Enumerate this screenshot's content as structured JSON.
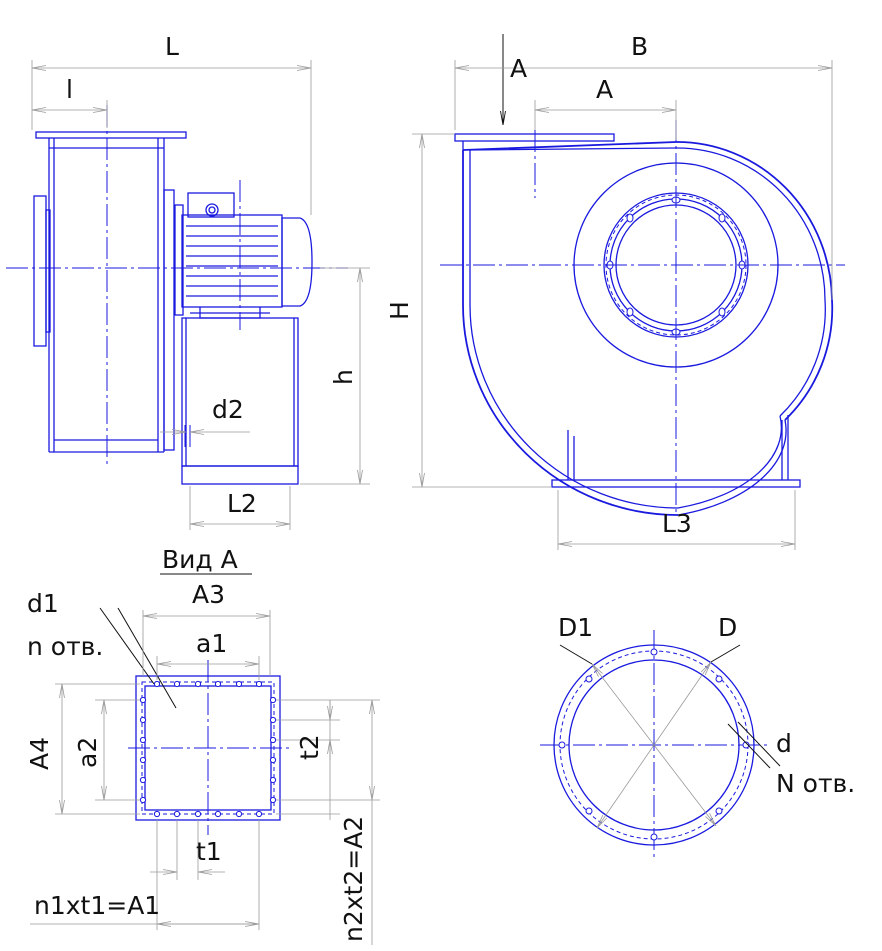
{
  "labels": {
    "L": "L",
    "l_small": "l",
    "B": "B",
    "A_arrow": "A",
    "A_dim": "A",
    "H": "H",
    "h": "h",
    "d2": "d2",
    "L2": "L2",
    "L3": "L3",
    "view_title": "Вид A",
    "A3": "A3",
    "d1": "d1",
    "n_holes": "n отв.",
    "a1": "a1",
    "A4": "A4",
    "a2": "a2",
    "t2": "t2",
    "t1": "t1",
    "n1t1": "n1xt1=A1",
    "n2t2": "n2xt2=A2",
    "D1": "D1",
    "D": "D",
    "d": "d",
    "N_holes": "N отв."
  },
  "colors": {
    "outline": "#1a1adf",
    "dimension": "#9a9a9a",
    "text": "#111111"
  }
}
